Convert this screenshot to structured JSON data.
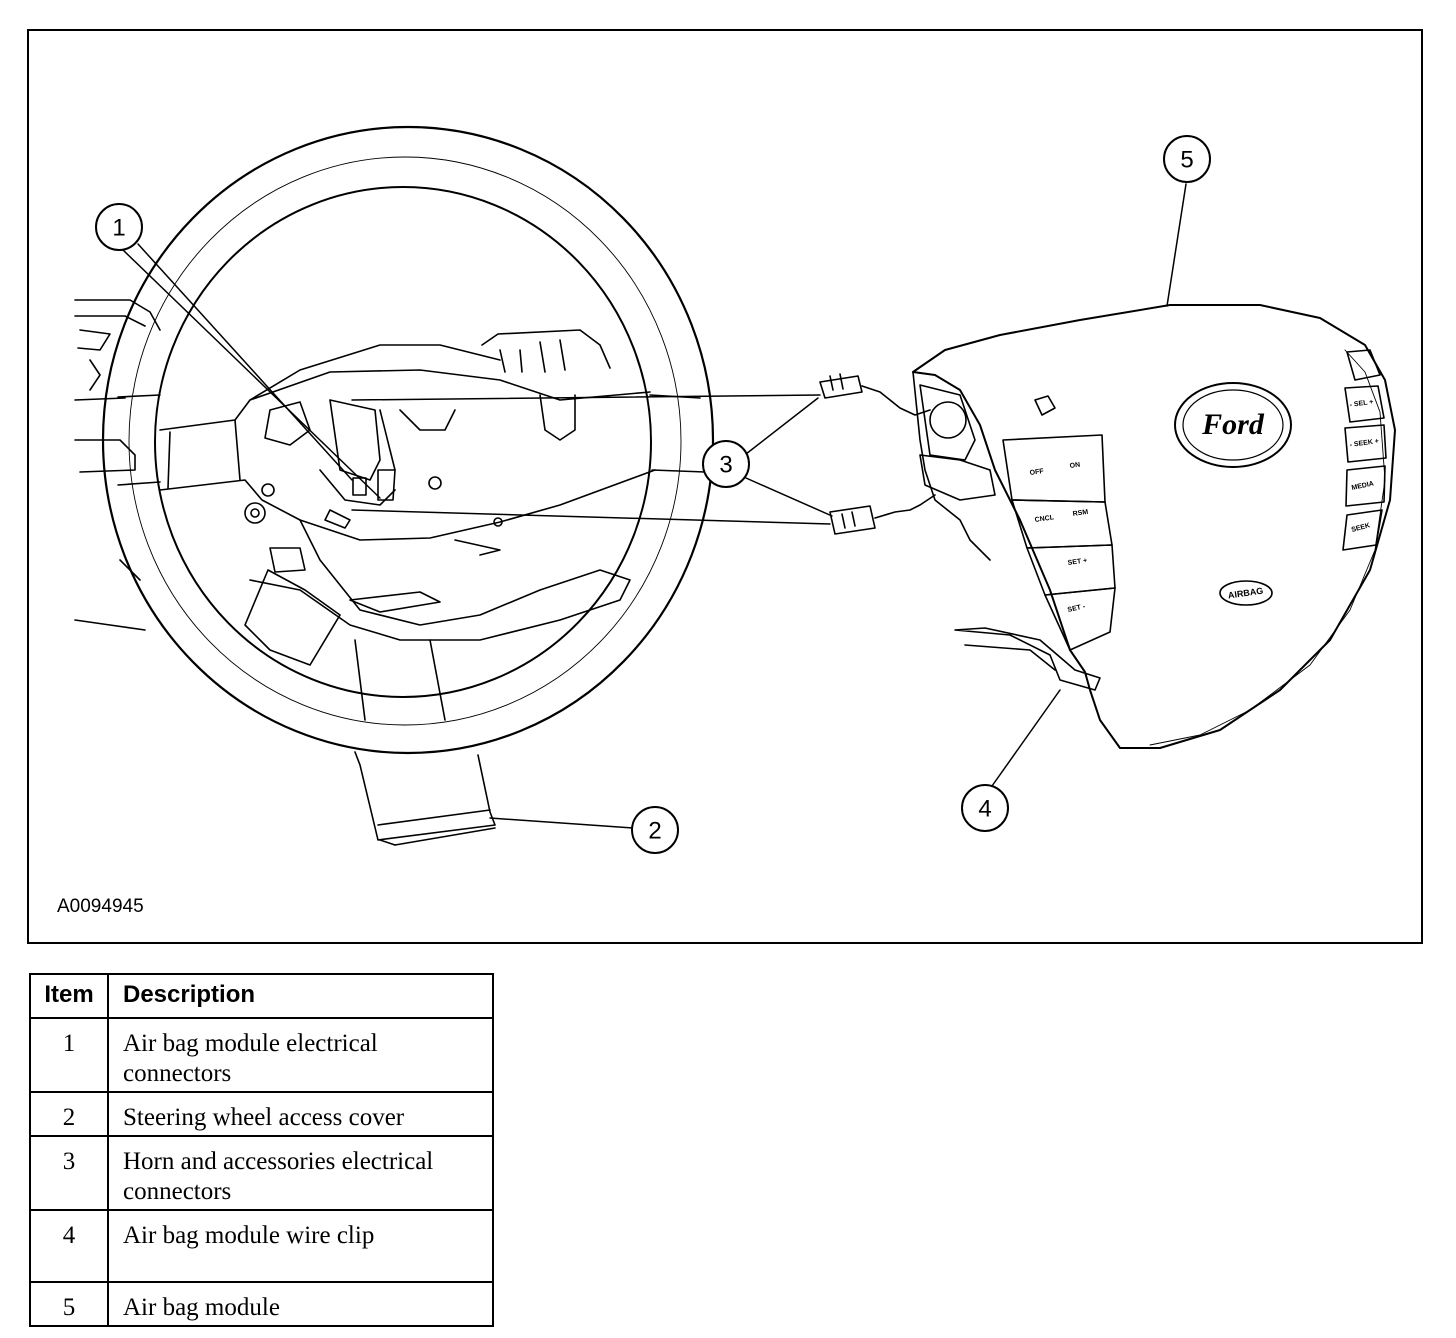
{
  "figure": {
    "id_label": "A0094945",
    "callouts": [
      "1",
      "2",
      "3",
      "4",
      "5"
    ],
    "logo_text": "Ford",
    "airbag_badge": "AIRBAG",
    "control_labels": [
      "OFF",
      "ON",
      "CNCL",
      "RSM",
      "SET +",
      "SET -",
      "- SEL +",
      "- SEEK +",
      "MEDIA",
      "SEEK"
    ]
  },
  "legend": {
    "headers": {
      "item": "Item",
      "description": "Description"
    },
    "rows": [
      {
        "item": "1",
        "description": "Air bag module electrical connectors"
      },
      {
        "item": "2",
        "description": "Steering wheel access cover"
      },
      {
        "item": "3",
        "description": "Horn and accessories electrical connectors"
      },
      {
        "item": "4",
        "description": "Air bag module wire clip"
      },
      {
        "item": "5",
        "description": "Air bag module"
      }
    ]
  }
}
